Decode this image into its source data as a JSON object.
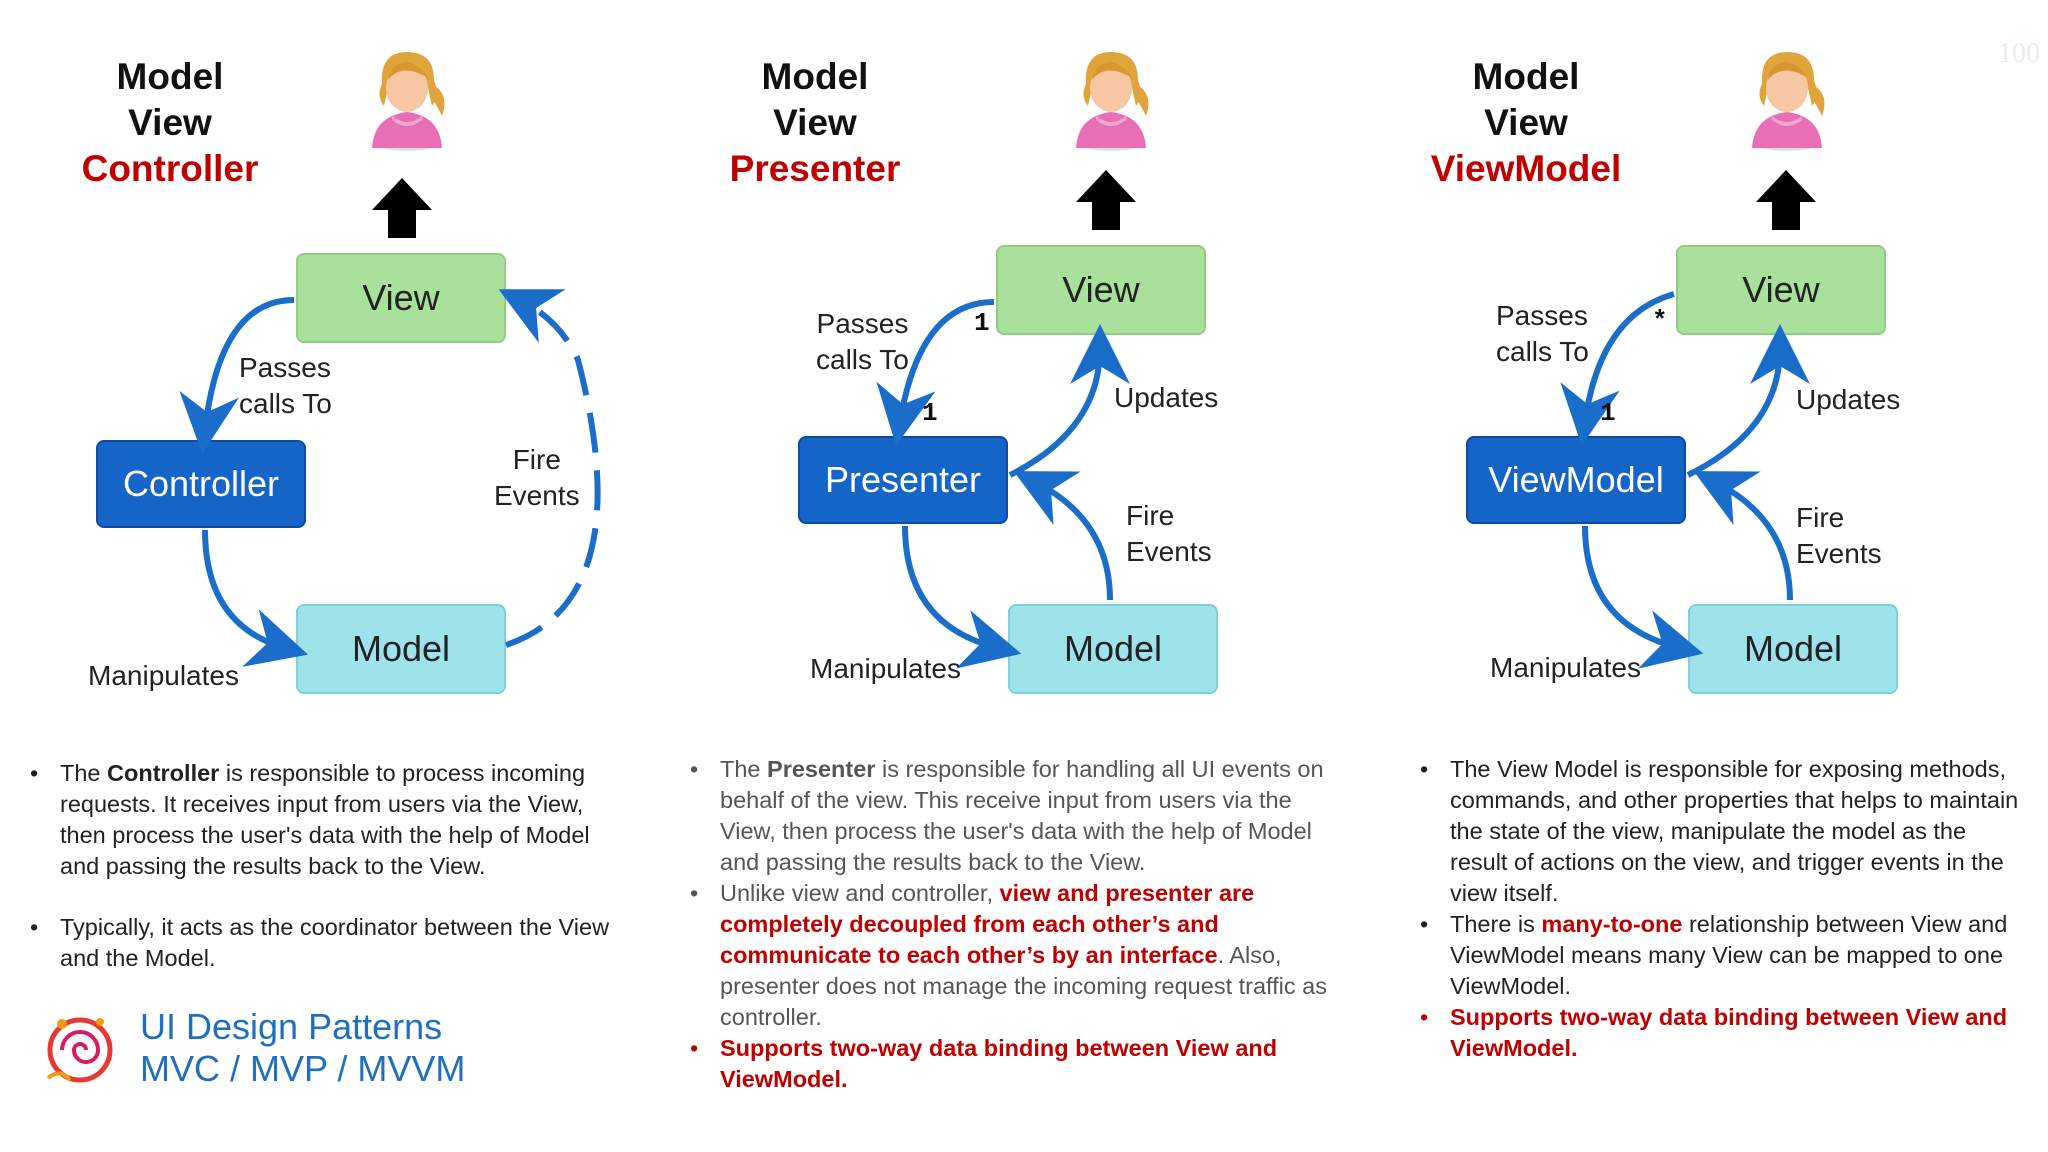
{
  "page_number": "100",
  "panels": [
    {
      "title": {
        "line1": "Model",
        "line2": "View",
        "line3": "Controller"
      },
      "boxes": {
        "view": "View",
        "middle": "Controller",
        "model": "Model"
      },
      "labels": {
        "passes": [
          "Passes",
          "calls To"
        ],
        "right": [
          "Fire",
          "Events"
        ],
        "manipulates": "Manipulates"
      }
    },
    {
      "title": {
        "line1": "Model",
        "line2": "View",
        "line3": "Presenter"
      },
      "boxes": {
        "view": "View",
        "middle": "Presenter",
        "model": "Model"
      },
      "labels": {
        "passes": [
          "Passes",
          "calls To"
        ],
        "updates": "Updates",
        "fire": [
          "Fire",
          "Events"
        ],
        "manipulates": "Manipulates"
      },
      "multiplicity": {
        "view_side": "1",
        "presenter_side": "1"
      }
    },
    {
      "title": {
        "line1": "Model",
        "line2": "View",
        "line3": "ViewModel"
      },
      "boxes": {
        "view": "View",
        "middle": "ViewModel",
        "model": "Model"
      },
      "labels": {
        "passes": [
          "Passes",
          "calls To"
        ],
        "updates": "Updates",
        "fire": [
          "Fire",
          "Events"
        ],
        "manipulates": "Manipulates"
      },
      "multiplicity": {
        "view_side": "*",
        "viewmodel_side": "1"
      }
    }
  ],
  "text_mvc": {
    "b1_pre": "The ",
    "b1_bold": "Controller",
    "b1_post": " is responsible to process incoming requests. It receives input from users via the View, then process the user's data with the help of Model and passing the results back to the View.",
    "b2": "Typically, it acts as the coordinator between the View and the Model."
  },
  "text_mvp": {
    "b1_pre": "The ",
    "b1_bold": "Presenter",
    "b1_post": " is responsible for handling all UI events on behalf of the view. This receive input from users via the View, then process the user's data with the help of Model and passing the results back to the View.",
    "b2_pre": "Unlike view and controller, ",
    "b2_red": "view and presenter are completely decoupled from each other’s and communicate to each other’s by an interface",
    "b2_post": ". Also, presenter does not manage the incoming request traffic as controller.",
    "b3": "Supports two-way data binding between View and ViewModel."
  },
  "text_mvvm": {
    "b1": "The View Model is responsible for exposing methods, commands, and other properties that helps to maintain the state of the view, manipulate the model as the result of actions on the view, and trigger events in the view itself.",
    "b2_pre": "There is ",
    "b2_red": "many-to-one",
    "b2_post": " relationship between View and ViewModel means many View can be mapped to one ViewModel.",
    "b3": "Supports two-way data binding between View and ViewModel."
  },
  "footer": {
    "line1": "UI Design Patterns",
    "line2": "MVC / MVP / MVVM"
  },
  "colors": {
    "accent_red": "#c00000",
    "arrow_blue": "#1a6ec9",
    "view_green": "#a9e09b",
    "model_cyan": "#9ee3ea",
    "controller_blue": "#1565c8",
    "footer_blue": "#1f6fc0"
  },
  "icons": [
    "user-icon",
    "up-arrow-icon",
    "logo-icon"
  ]
}
